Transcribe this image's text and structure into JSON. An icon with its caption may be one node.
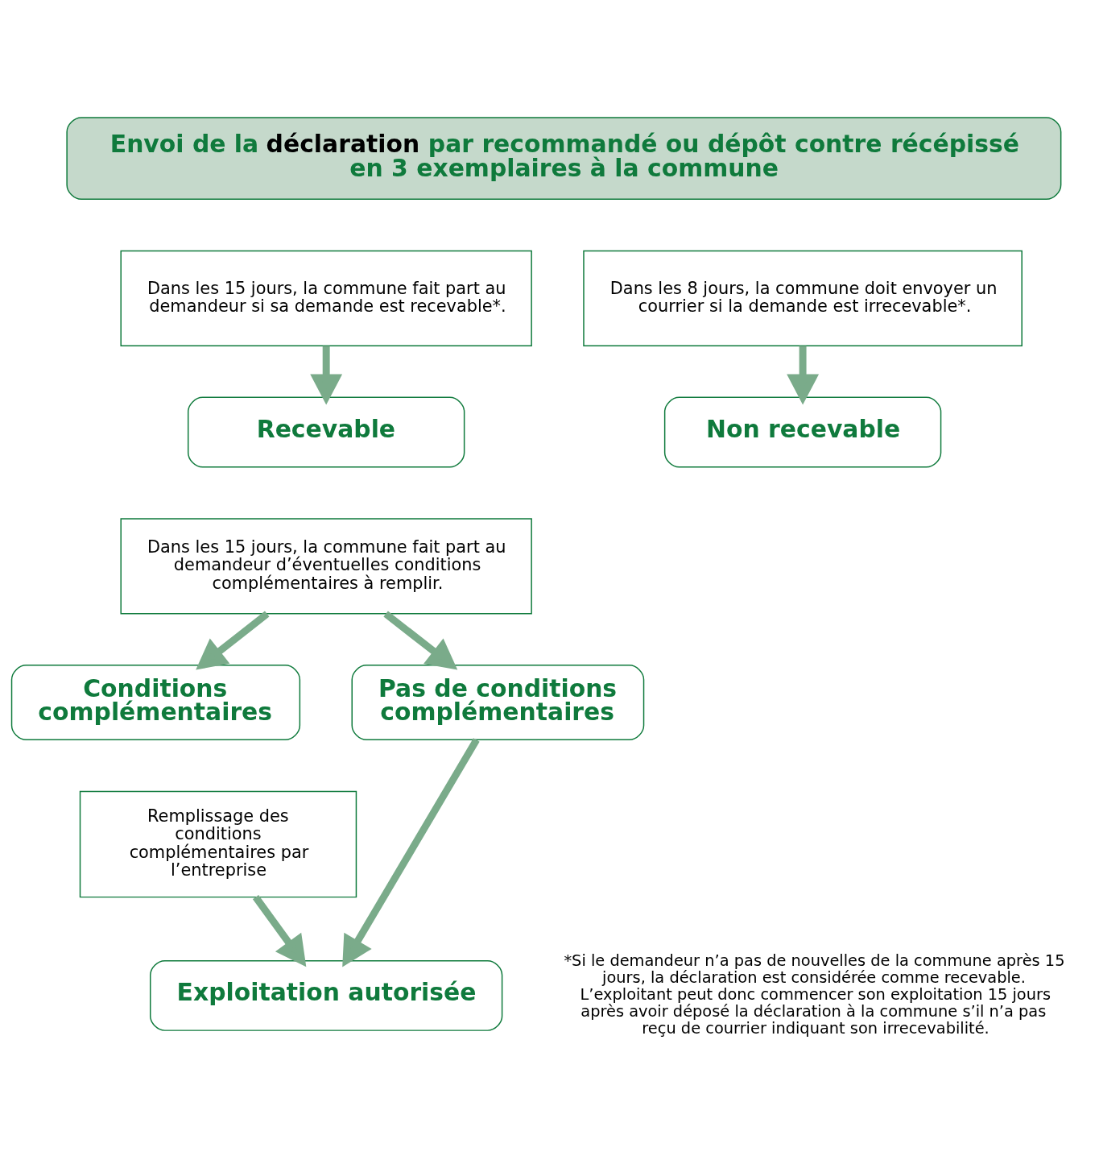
{
  "diagram": {
    "nodes": [
      {
        "text": [
          "Envoi de la **déclaration** par recommandé ou dépôt contre récépissé en 3 exemplaires à la commune"
        ]
      },
      {
        "text": [
          "Dans les 15 jours, la commune fait part au demandeur si sa demande est recevable*."
        ]
      },
      {
        "text": [
          "Dans les 8 jours, la commune doit envoyer un courrier si la demande est irrecevable*."
        ]
      },
      {
        "text": [
          "Recevable"
        ]
      },
      {
        "text": [
          "Non recevable"
        ]
      },
      {
        "text": [
          "Dans les 15 jours, la commune fait part au demandeur d’éventuelles conditions complémentaires à remplir."
        ]
      },
      {
        "text": [
          "Conditions complémentaires"
        ]
      },
      {
        "text": [
          "Pas de conditions complémentaires"
        ]
      },
      {
        "text": [
          "Remplissage des conditions complémentaires par l’entreprise"
        ]
      },
      {
        "text": [
          "Exploitation autorisée"
        ]
      }
    ],
    "edges": [
      {
        "from": 1,
        "to": 3,
        "arrow": "to"
      },
      {
        "from": 2,
        "to": 4,
        "arrow": "to"
      },
      {
        "from": 5,
        "to": 6,
        "arrow": "to"
      },
      {
        "from": 5,
        "to": 7,
        "arrow": "to"
      },
      {
        "from": 8,
        "to": 9,
        "arrow": "to"
      },
      {
        "from": 7,
        "to": 9,
        "arrow": "to"
      }
    ],
    "labels": [
      "*Si le demandeur n’a pas de nouvelles de la commune après 15 jours, la déclaration est considérée comme recevable. L’exploitant peut donc commencer son exploitation 15 jours après avoir déposé la déclaration à la commune s’il n’a pas reçu de courrier indiquant son irrecevabilité."
    ]
  }
}
